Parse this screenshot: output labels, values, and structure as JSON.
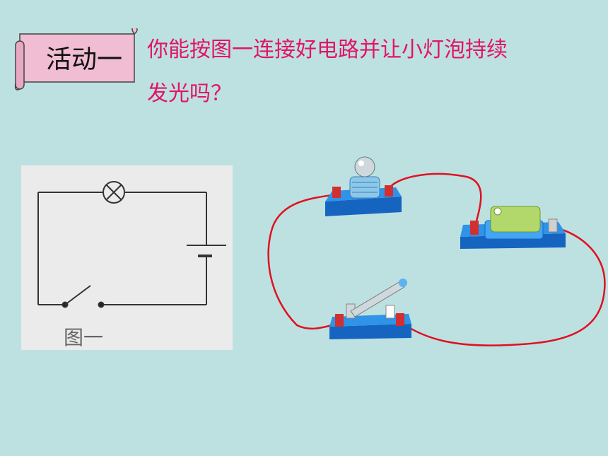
{
  "banner": {
    "label": "活动一"
  },
  "question": {
    "line1": "你能按图一连接好电路并让小灯泡持续",
    "line2": "发光吗？"
  },
  "schematic": {
    "caption": "图一"
  },
  "colors": {
    "background": "#bde1e1",
    "question_text": "#e21464",
    "banner_fill": "#f0bdd2",
    "wire": "#e01020",
    "base": "#1f7fd2"
  }
}
